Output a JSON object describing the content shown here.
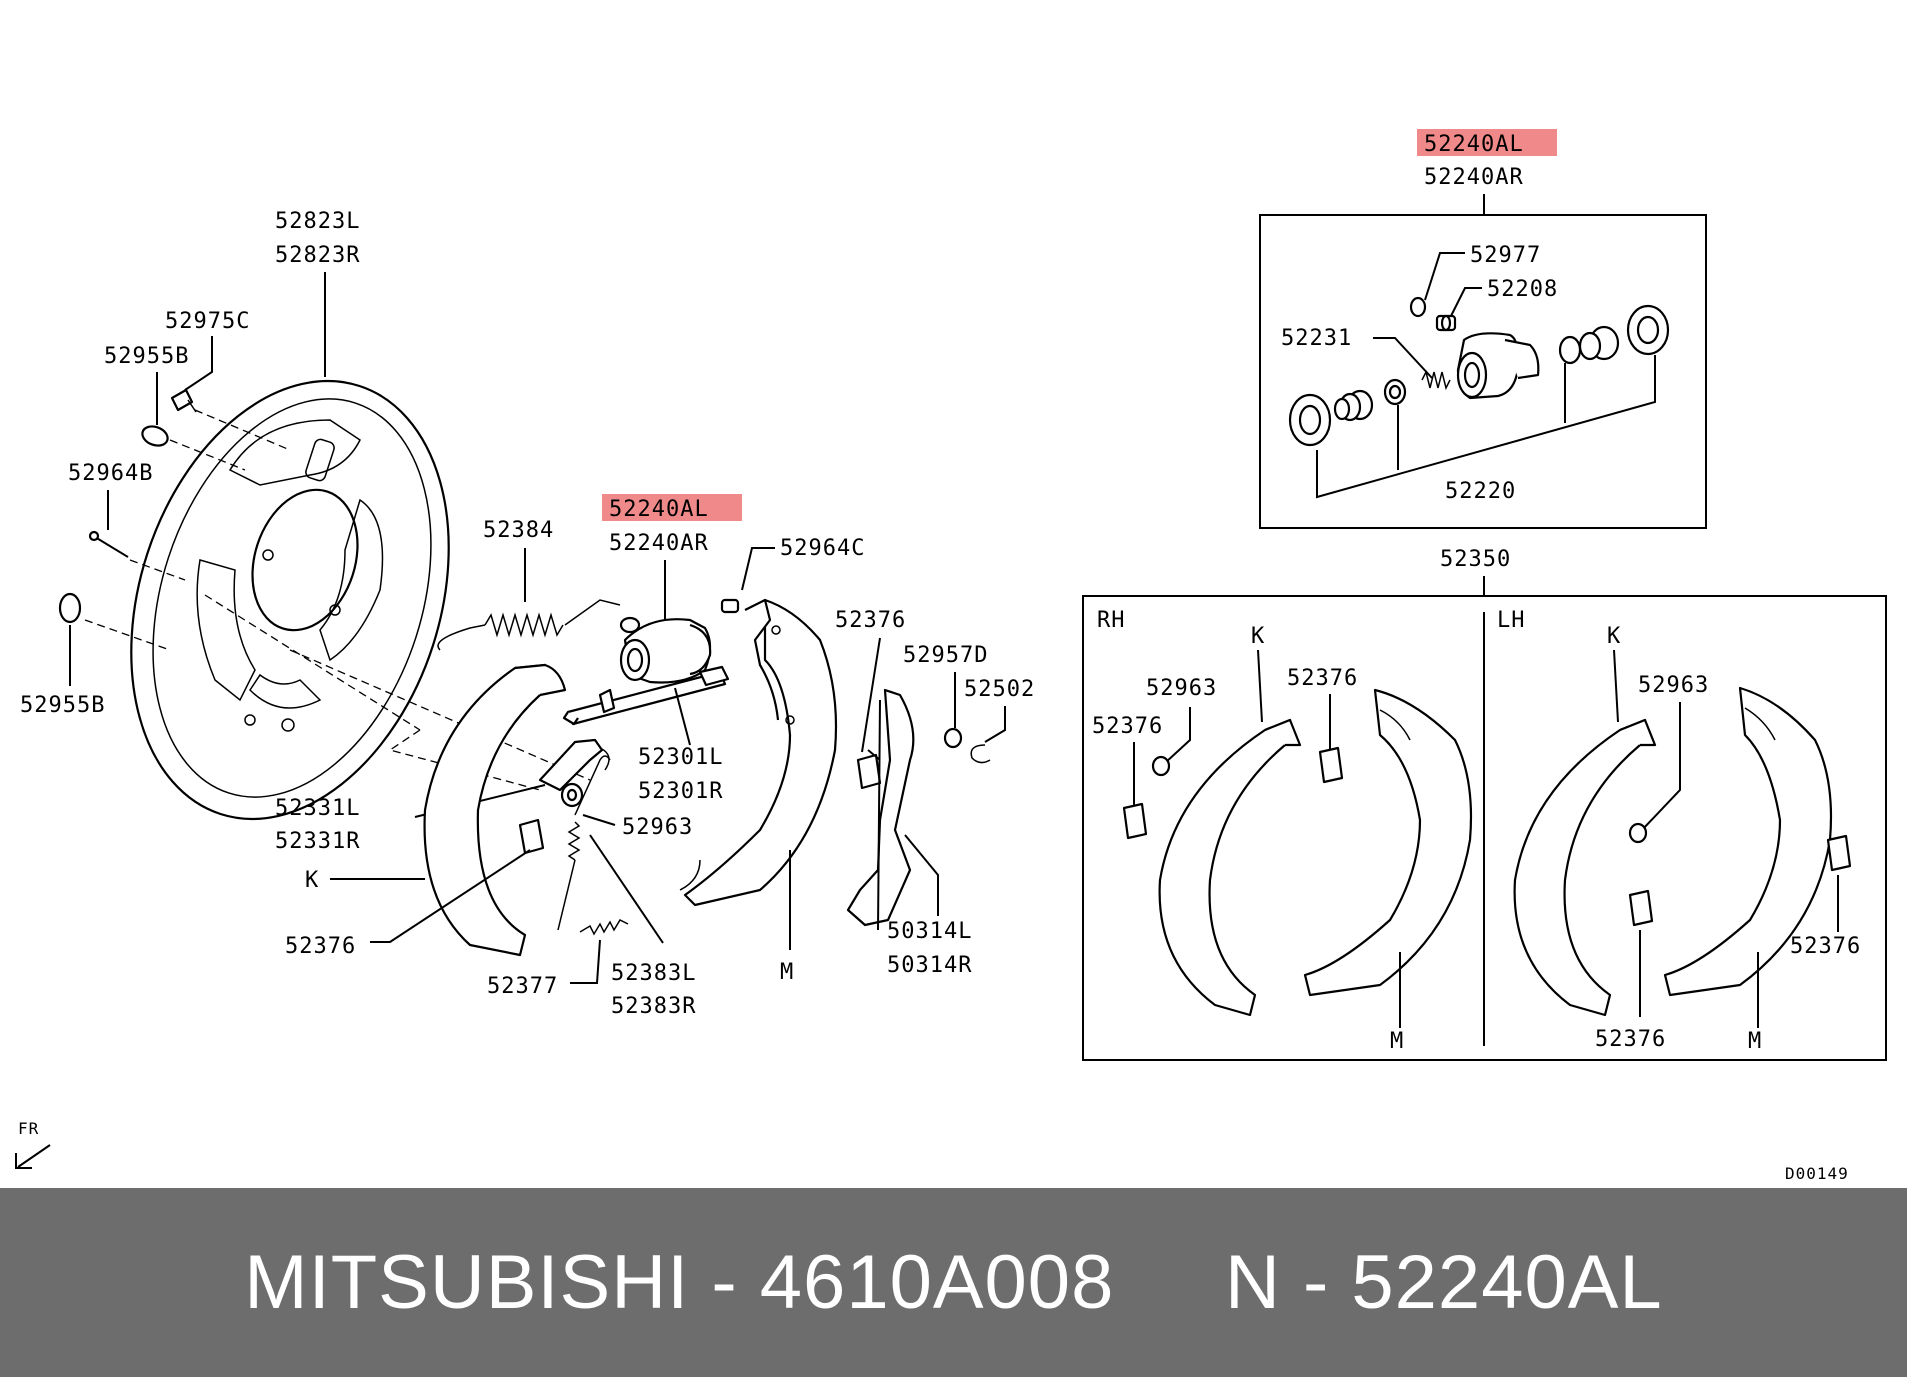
{
  "labels": {
    "inset_top_hl": "52240AL",
    "inset_top_r": "52240AR",
    "p52977": "52977",
    "p52208": "52208",
    "p52231": "52231",
    "p52220": "52220",
    "p52350": "52350",
    "rh": "RH",
    "lh": "LH",
    "k": "K",
    "m": "M",
    "p52963": "52963",
    "p52376": "52376",
    "p52823L": "52823L",
    "p52823R": "52823R",
    "p52975C": "52975C",
    "p52955B": "52955B",
    "p52964B": "52964B",
    "p52384": "52384",
    "main_hl": "52240AL",
    "main_r": "52240AR",
    "p52964C": "52964C",
    "p52957D": "52957D",
    "p52502": "52502",
    "p52301L": "52301L",
    "p52301R": "52301R",
    "p52331L": "52331L",
    "p52331R": "52331R",
    "p52377": "52377",
    "p52383L": "52383L",
    "p52383R": "52383R",
    "p50314L": "50314L",
    "p50314R": "50314R",
    "fr": "FR",
    "code": "D00149"
  },
  "footer": {
    "brand": "MITSUBISHI",
    "sep1": "-",
    "oem": "4610A008",
    "n": "N",
    "sep2": "-",
    "ref": "52240AL"
  },
  "colors": {
    "highlight": "#f08a8a",
    "footer_bg": "#6d6d6d",
    "footer_text": "#ffffff"
  }
}
